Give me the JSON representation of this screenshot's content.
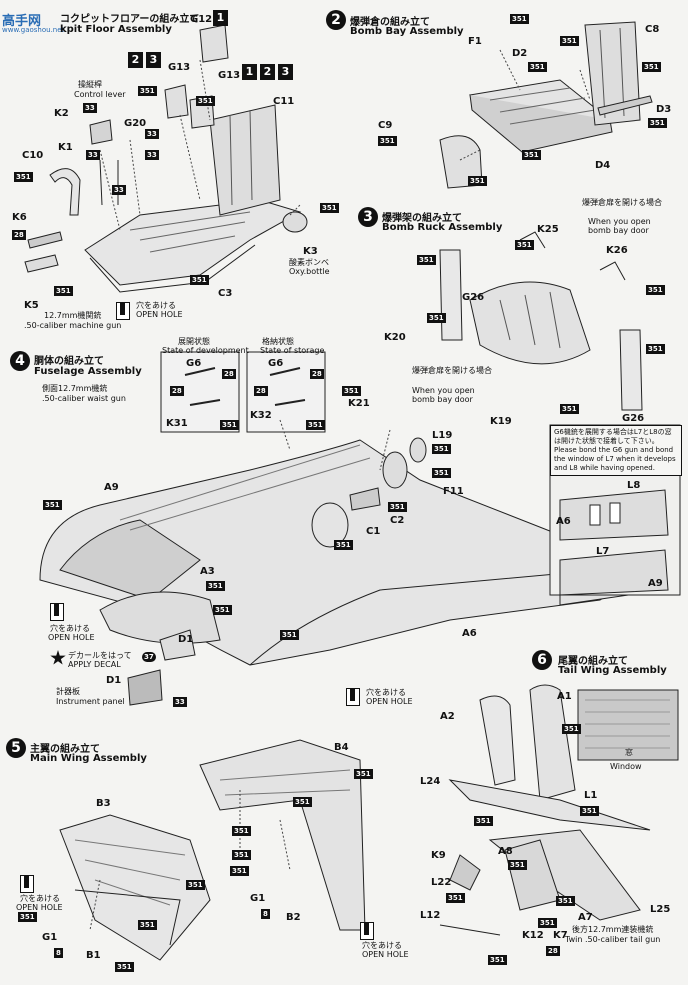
{
  "watermark": {
    "logo": "高手网",
    "site": "www.gaoshou.net"
  },
  "steps": [
    {
      "num": "",
      "jp": "コクピットフロアーの組み立て",
      "en": "kpit Floor Assembly"
    },
    {
      "num": "2",
      "jp": "爆弾倉の組み立て",
      "en": "Bomb Bay Assembly"
    },
    {
      "num": "3",
      "jp": "爆弾架の組み立て",
      "en": "Bomb Ruck Assembly"
    },
    {
      "num": "4",
      "jp": "胴体の組み立て",
      "en": "Fuselage Assembly"
    },
    {
      "num": "5",
      "jp": "主翼の組み立て",
      "en": "Main Wing Assembly"
    },
    {
      "num": "6",
      "jp": "尾翼の組み立て",
      "en": "Tail Wing Assembly"
    }
  ],
  "variants": {
    "g12": {
      "part": "G12",
      "versions": [
        "1"
      ]
    },
    "g13a": {
      "versions": [
        "2",
        "3"
      ]
    },
    "g13b": {
      "part": "G13",
      "versions": [
        "1",
        "2",
        "3"
      ]
    },
    "g13_label": "G13"
  },
  "badges": {
    "b351": "351",
    "b33": "33",
    "b28": "28",
    "b8": "8",
    "b37": "37"
  },
  "parts": {
    "k2": "K2",
    "k1": "K1",
    "g20": "G20",
    "c10": "C10",
    "k6": "K6",
    "k5": "K5",
    "c3": "C3",
    "c11": "C11",
    "k3": "K3",
    "f1": "F1",
    "d2": "D2",
    "c8": "C8",
    "c9": "C9",
    "d3": "D3",
    "d4": "D4",
    "k25": "K25",
    "k26": "K26",
    "g26": "G26",
    "k20": "K20",
    "k19": "K19",
    "g26b": "G26",
    "g6": "G6",
    "g6b": "G6",
    "k31": "K31",
    "k32": "K32",
    "k21": "K21",
    "l19": "L19",
    "f11": "F11",
    "c2": "C2",
    "c1": "C1",
    "a9": "A9",
    "a3": "A3",
    "d1": "D1",
    "d1b": "D1",
    "a6": "A6",
    "l8": "L8",
    "a6b": "A6",
    "l7": "L7",
    "a9b": "A9",
    "b4": "B4",
    "b3": "B3",
    "g1": "G1",
    "b2": "B2",
    "g1b": "G1",
    "b1": "B1",
    "a1": "A1",
    "a2": "A2",
    "l24": "L24",
    "l1": "L1",
    "k9": "K9",
    "a8": "A8",
    "l22": "L22",
    "l12": "L12",
    "k12": "K12",
    "k7": "K7",
    "a7": "A7",
    "l25": "L25"
  },
  "notes": {
    "control_lever_jp": "操縦桿",
    "control_lever_en": "Control lever",
    "oxy_jp": "酸素ボンベ",
    "oxy_en": "Oxy.bottle",
    "mg_jp": "12.7mm機関銃",
    "mg_en": ".50-caliber machine gun",
    "waist_jp": "側面12.7mm機銃",
    "waist_en": ".50-caliber waist gun",
    "open_jp": "穴をあける",
    "open_en": "OPEN HOLE",
    "dev_jp": "展開状態",
    "dev_en": "State of development",
    "stor_jp": "格納状態",
    "stor_en": "State of storage",
    "bay_open_jp": "爆弾倉扉を開ける場合",
    "bay_open_en1": "When you open",
    "bay_open_en2": "bomb bay door",
    "decal_jp": "デカールをはって",
    "decal_en": "APPLY DECAL",
    "panel_jp": "計器板",
    "panel_en": "Instrument panel",
    "window_jp": "窓",
    "window_en": "Window",
    "tail_jp": "後方12.7mm連装機銃",
    "tail_en": "Twin .50-caliber tail gun",
    "g6_note_jp": "G6機銃を展開する場合はL7とL8の窓は開けた状態で接着して下さい。",
    "g6_note_en": "Please bond the G6 gun and bond the window of L7 when it develops and L8 while having opened."
  }
}
